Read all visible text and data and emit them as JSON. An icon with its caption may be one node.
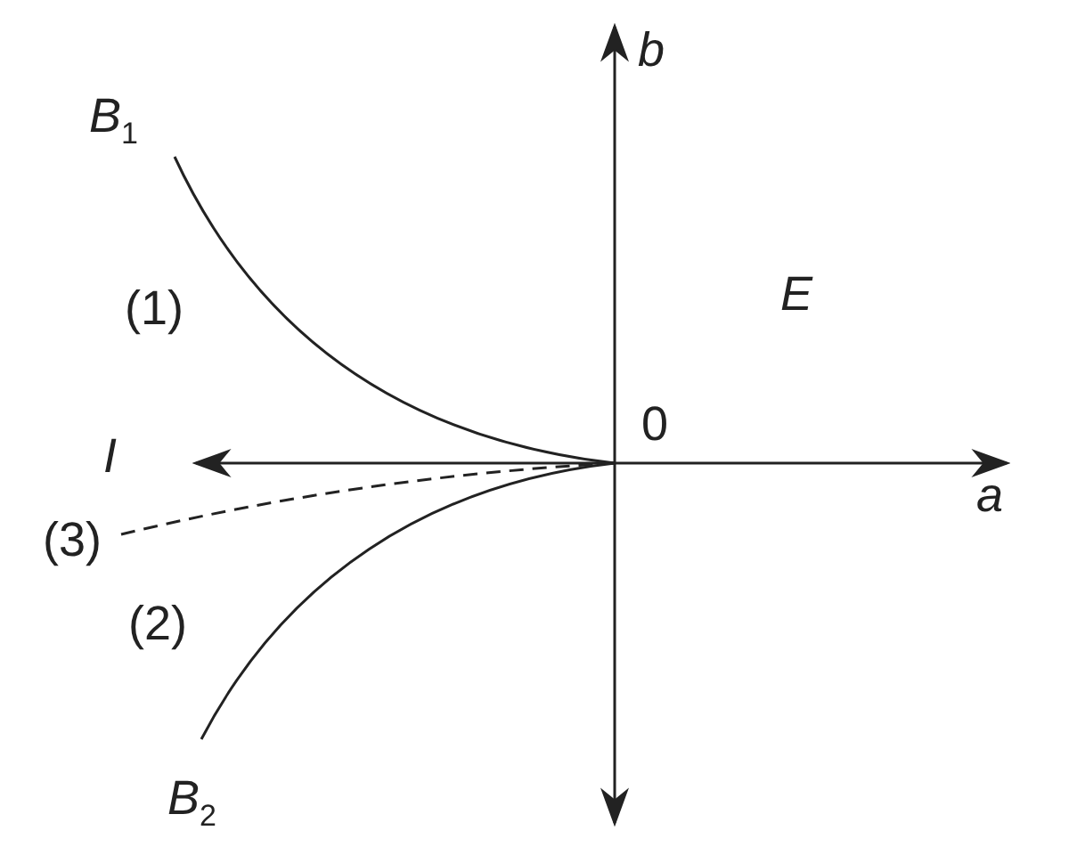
{
  "diagram": {
    "labels": [
      "*B*$_{1}$",
      "(1)",
      "*I*",
      "(3)",
      "(2)",
      "*B*$_{2}$",
      "*b*",
      "*E*",
      "0",
      "*a*"
    ]
  }
}
